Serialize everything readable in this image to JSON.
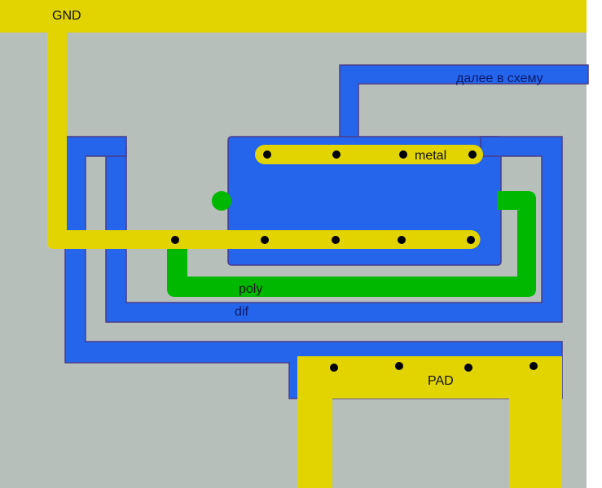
{
  "colors": {
    "background": "#b7bfbb",
    "metal": "#e2d400",
    "diffusion": "#2565ec",
    "poly": "#00b800",
    "contact": "#000000",
    "text_dark": "#111111",
    "text_blue": "#0a1a6a"
  },
  "labels": {
    "gnd": "GND",
    "next_stage": "далее в схему",
    "metal": "metal",
    "poly": "poly",
    "dif": "dif",
    "pad": "PAD"
  }
}
